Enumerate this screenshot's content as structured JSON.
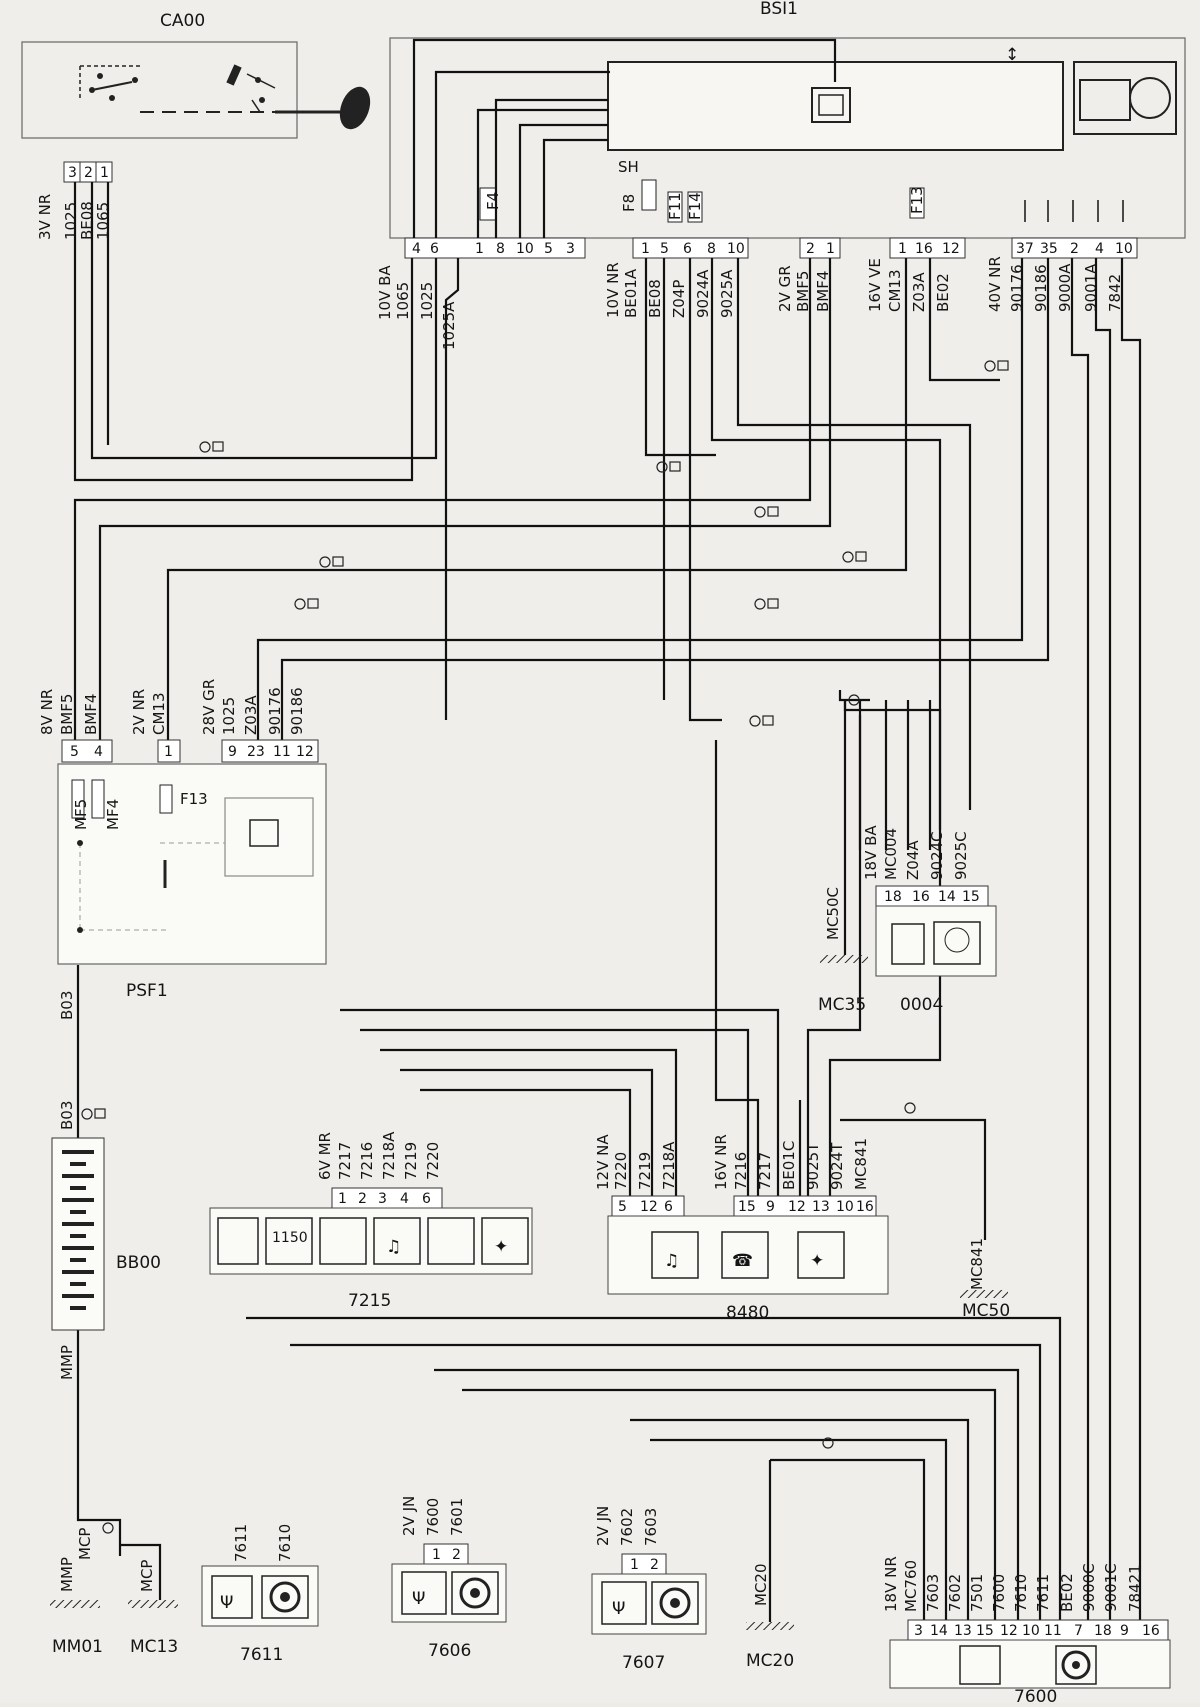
{
  "components": {
    "ca00": {
      "id": "CA00",
      "pins": [
        "3",
        "2",
        "1"
      ]
    },
    "bsi1": {
      "id": "BSI1"
    },
    "psf1": {
      "id": "PSF1",
      "fuse": "F13",
      "pins": [
        "5",
        "4",
        "1",
        "9",
        "23",
        "11",
        "12"
      ],
      "relays": [
        "MF5",
        "MF4"
      ]
    },
    "bb00": {
      "id": "BB00"
    },
    "c0004": {
      "id": "0004",
      "pins": [
        "18",
        "16",
        "14",
        "15"
      ]
    },
    "c7215": {
      "id": "7215",
      "pins": [
        "1",
        "2",
        "3",
        "4",
        "6"
      ],
      "display_text": "1150"
    },
    "c8480": {
      "id": "8480",
      "pins": [
        "5",
        "12",
        "6",
        "15",
        "9",
        "12",
        "13",
        "10",
        "16"
      ]
    },
    "c7611": {
      "id": "7611"
    },
    "c7606": {
      "id": "7606",
      "pins": [
        "1",
        "2"
      ]
    },
    "c7607": {
      "id": "7607",
      "pins": [
        "1",
        "2"
      ]
    },
    "c7600": {
      "id": "7600",
      "pins": [
        "3",
        "14",
        "13",
        "15",
        "12",
        "10",
        "11",
        "7",
        "18",
        "9",
        "16"
      ]
    }
  },
  "fuses": [
    "F4",
    "F8",
    "F11",
    "F14",
    "F13"
  ],
  "bsi_marks": {
    "sh": "SH"
  },
  "bsi_connectors": [
    {
      "name": "10V BA",
      "pins": [
        "4",
        "6",
        "1",
        "8",
        "10",
        "5",
        "3"
      ]
    },
    {
      "name": "10V NR",
      "pins": [
        "1",
        "5",
        "6",
        "8",
        "10"
      ]
    },
    {
      "name": "2V GR",
      "pins": [
        "2",
        "1"
      ]
    },
    {
      "name": "16V VE",
      "pins": [
        "1",
        "16",
        "12"
      ]
    },
    {
      "name": "40V NR",
      "pins": [
        "37",
        "35",
        "2",
        "4",
        "10"
      ]
    }
  ],
  "connector_labels": {
    "ca00": "3V NR",
    "bsi_10v_ba": "10V BA",
    "bsi_10v_nr": "10V NR",
    "bsi_2v_gr": "2V GR",
    "bsi_16v_ve": "16V VE",
    "bsi_40v_nr": "40V NR",
    "psf1_8v_nr": "8V NR",
    "psf1_2v_nr": "2V NR",
    "psf1_28v_gr": "28V GR",
    "c0004_18v_ba": "18V BA",
    "c7215_6v_mr": "6V MR",
    "c8480_12v_na": "12V NA",
    "c8480_16v_nr": "16V NR",
    "c7606_2v_jn": "2V JN",
    "c7607_2v_jn": "2V JN",
    "c7600_18v_nr": "18V NR"
  },
  "wires": {
    "ca00": [
      "1025",
      "BE08",
      "1065"
    ],
    "bsi_10v_ba": [
      "1065",
      "1025",
      "1025A"
    ],
    "bsi_10v_nr": [
      "BE01A",
      "BE08",
      "Z04P",
      "9024A",
      "9025A"
    ],
    "bsi_2v_gr": [
      "BMF5",
      "BMF4"
    ],
    "bsi_16v_ve": [
      "CM13",
      "Z03A",
      "BE02"
    ],
    "bsi_40v_nr": [
      "90176",
      "90186",
      "9000A",
      "9001A",
      "7842"
    ],
    "psf1_left": [
      "BMF5",
      "BMF4"
    ],
    "psf1_mid": [
      "CM13"
    ],
    "psf1_right": [
      "1025",
      "Z03A",
      "90176",
      "90186"
    ],
    "psf1_bb00": [
      "B03",
      "B03"
    ],
    "bb00_out": "MMP",
    "ground_mm01": [
      "MCP",
      "MMP"
    ],
    "ground_mc13": "MCP",
    "c0004": [
      "MC004",
      "Z04A",
      "9024C",
      "9025C"
    ],
    "c0004_ground": "MC50C",
    "c7215": [
      "7217",
      "7216",
      "7218A",
      "7219",
      "7220"
    ],
    "c8480_a": [
      "7220",
      "7219",
      "7218A"
    ],
    "c8480_b": [
      "7216",
      "7217",
      "BE01C",
      "9025T",
      "9024T",
      "MC841"
    ],
    "c8480_ground": "MC841",
    "c7611": [
      "7611",
      "7610"
    ],
    "c7606": [
      "7600",
      "7601"
    ],
    "c7607": [
      "7602",
      "7603"
    ],
    "c7600": [
      "MC760",
      "7603",
      "7602",
      "7501",
      "7600",
      "7610",
      "7611",
      "BE02",
      "9000C",
      "9001C",
      "78421"
    ],
    "mc20_wire": "MC20"
  },
  "grounds": {
    "mm01": "MM01",
    "mc13": "MC13",
    "mc35": "MC35",
    "mc50": "MC50",
    "mc20": "MC20"
  }
}
